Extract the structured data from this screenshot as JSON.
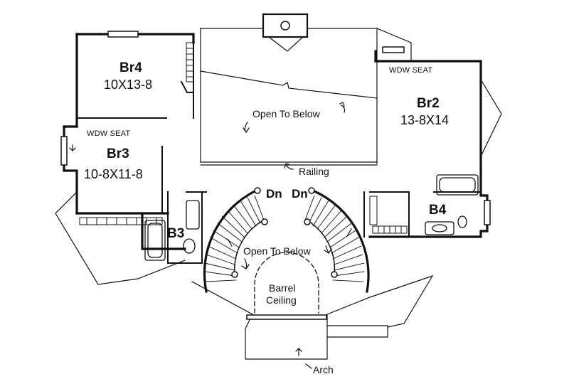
{
  "rooms": {
    "br4": {
      "name": "Br4",
      "dims": "10X13-8"
    },
    "br3": {
      "name": "Br3",
      "dims": "10-8X11-8",
      "seat": "WDW SEAT"
    },
    "br2": {
      "name": "Br2",
      "dims": "13-8X14",
      "seat": "WDW SEAT"
    },
    "b3": {
      "name": "B3"
    },
    "b4": {
      "name": "B4"
    }
  },
  "labels": {
    "open_below_top": "Open To Below",
    "open_below_stair": "Open To Below",
    "railing": "Railing",
    "dn_left": "Dn",
    "dn_right": "Dn",
    "barrel": "Barrel",
    "ceiling": "Ceiling",
    "arch": "Arch"
  }
}
